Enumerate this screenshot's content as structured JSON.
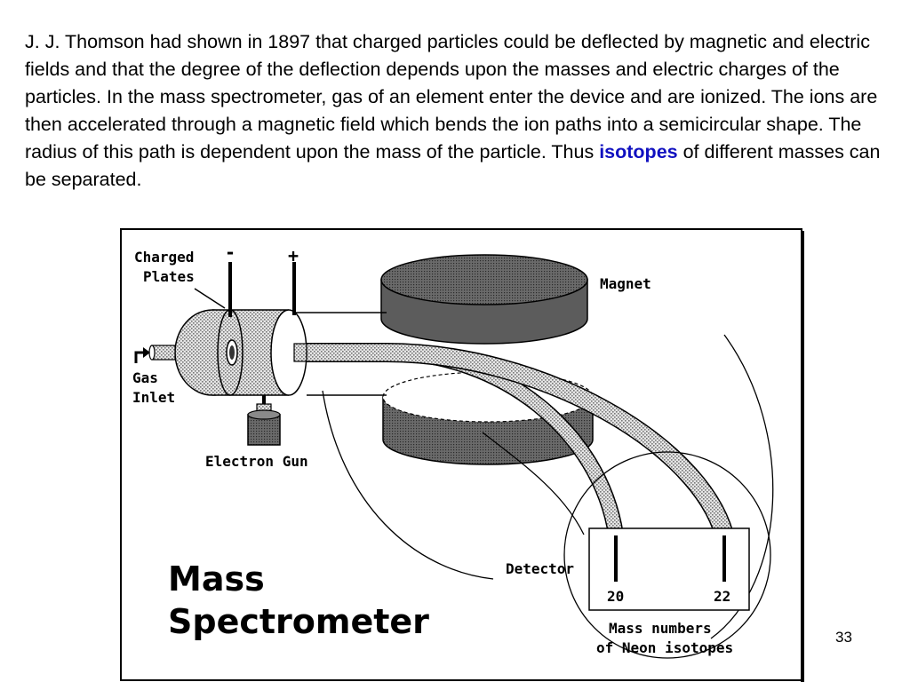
{
  "paragraph": {
    "before": "J. J. Thomson had shown in 1897 that charged particles could be deflected by magnetic and electric fields and that the degree of the deflection depends upon the masses and electric charges of the particles. In the mass spectrometer, gas of an element enter the device and are ionized. The ions are then accelerated through a magnetic field which bends the ion paths into a semicircular shape. The radius of this path is dependent upon the mass of the particle. Thus ",
    "highlight": "isotopes",
    "after": " of different masses can be separated."
  },
  "diagram": {
    "labels": {
      "charged": "Charged",
      "plates": "Plates",
      "minus": "-",
      "plus": "+",
      "magnet": "Magnet",
      "gas": "Gas",
      "inlet": "Inlet",
      "electron_gun": "Electron Gun",
      "detector": "Detector",
      "mass20": "20",
      "mass22": "22",
      "mass_numbers": "Mass numbers",
      "of_neon": "of Neon isotopes"
    },
    "title_line1": "Mass",
    "title_line2": "Spectrometer"
  },
  "page_number": "33",
  "colors": {
    "highlight": "#1010c0",
    "magnet_fill": "#555555",
    "shading": "#bbbbbb"
  }
}
